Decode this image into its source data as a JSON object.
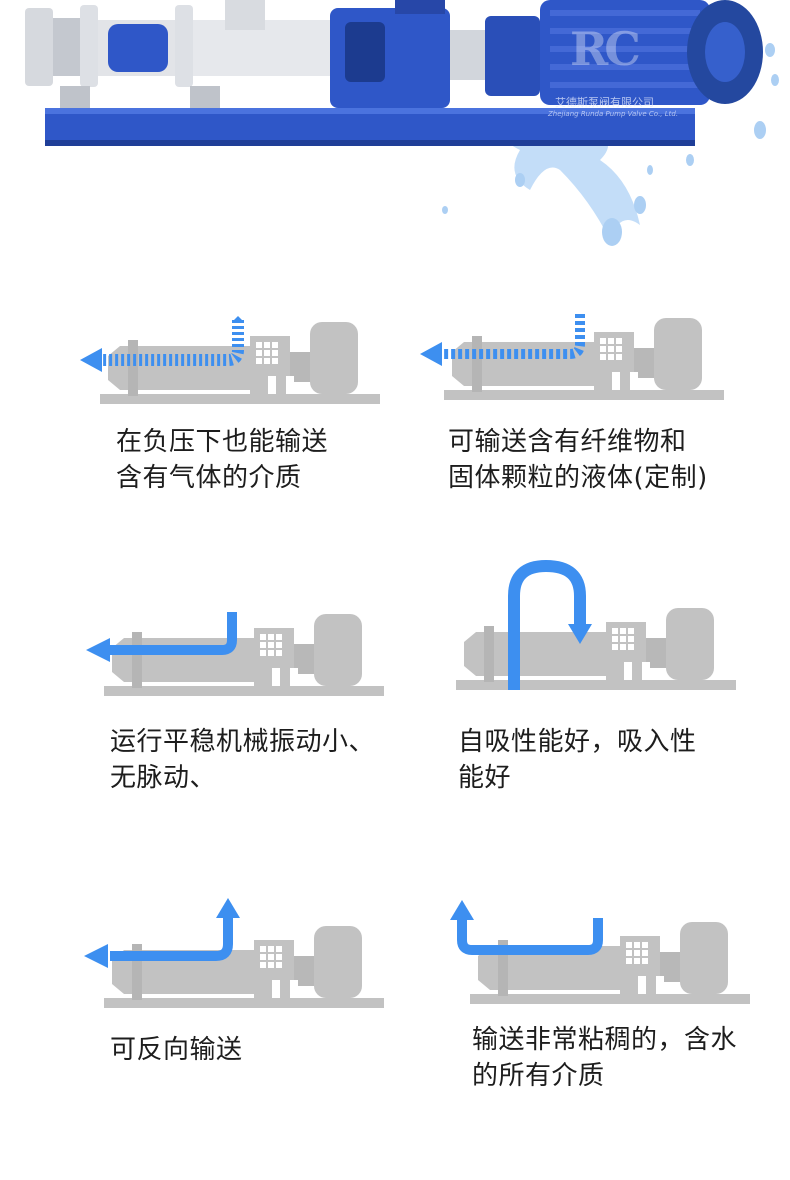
{
  "hero": {
    "logo_mark": "RC",
    "company_text": "艾德斯泵阀有限公司",
    "company_text_en": "Zhejiang Runda Pump Valve Co., Ltd."
  },
  "features": [
    {
      "line1": "在负压下也能输送",
      "line2": "含有气体的介质"
    },
    {
      "line1": "可输送含有纤维物和",
      "line2": "固体颗粒的液体(定制)"
    },
    {
      "line1": "运行平稳机械振动小、",
      "line2": "无脉动、"
    },
    {
      "line1": "自吸性能好，吸入性",
      "line2": "能好"
    },
    {
      "line1": "可反向输送",
      "line2": ""
    },
    {
      "line1": "输送非常粘稠的，含水",
      "line2": "的所有介质"
    }
  ],
  "colors": {
    "pump_blue": "#2f57c8",
    "flow_blue": "#3d8ff0",
    "pump_grey": "#c2c2c2",
    "text": "#1d1d1d"
  },
  "icons": [
    "pump-silhouette-icon",
    "flow-arrow-icon",
    "water-splash-icon"
  ]
}
